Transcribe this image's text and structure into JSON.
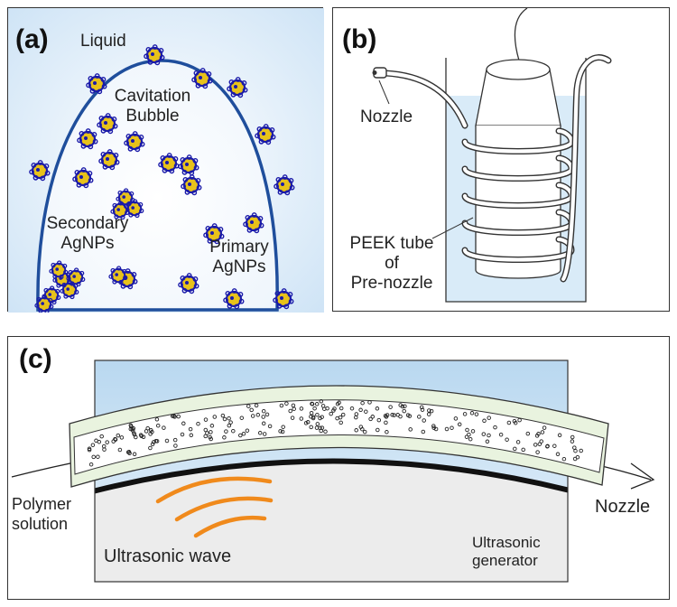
{
  "panel_a": {
    "label": "(a)",
    "liquid": "Liquid",
    "bubble_line1": "Cavitation",
    "bubble_line2": "Bubble",
    "secondary_line1": "Secondary",
    "secondary_line2": "AgNPs",
    "primary_line1": "Primary",
    "primary_line2": "AgNPs"
  },
  "panel_b": {
    "label": "(b)",
    "nozzle": "Nozzle",
    "peek_line1": "PEEK tube",
    "peek_line2": "of",
    "peek_line3": "Pre-nozzle"
  },
  "panel_c": {
    "label": "(c)",
    "polymer_line1": "Polymer",
    "polymer_line2": "solution",
    "nozzle": "Nozzle",
    "wave": "Ultrasonic wave",
    "generator_line1": "Ultrasonic",
    "generator_line2": "generator"
  },
  "colors": {
    "liquid": "#dcecf9",
    "bubble_outline": "#1f4e9c",
    "particle_blue": "#1a1aa8",
    "particle_gold": "#e8c21a",
    "wave": "#f08a1c",
    "tube_wall": "#e9f3df",
    "generator": "#ececec"
  }
}
